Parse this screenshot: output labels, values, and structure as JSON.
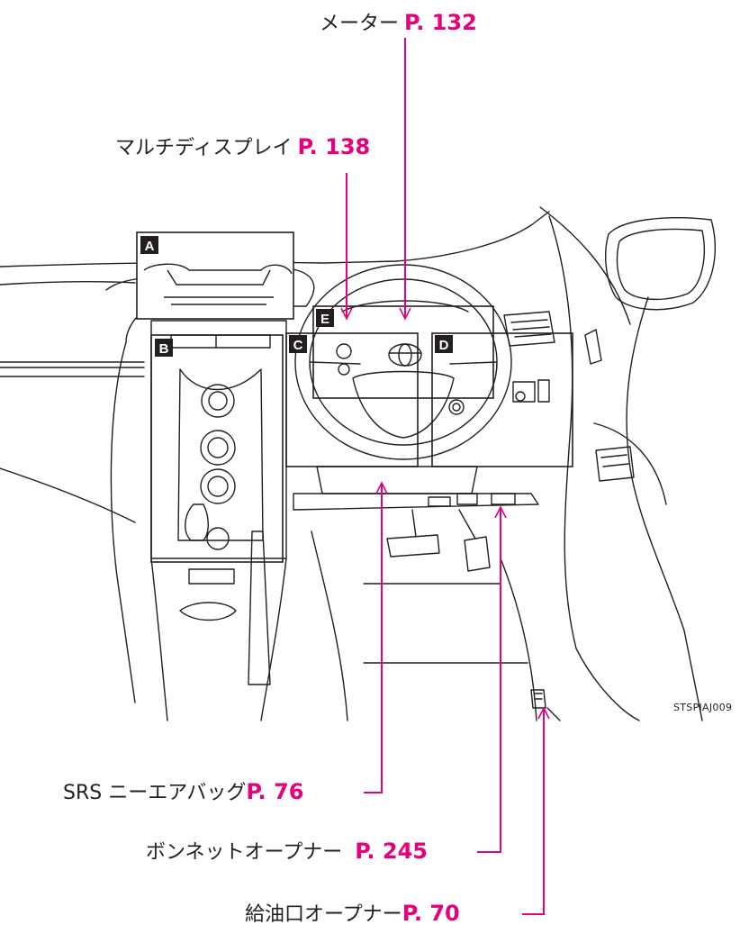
{
  "callouts": {
    "meter": {
      "label": "メーター",
      "page": "P. 132"
    },
    "multi_display": {
      "label": "マルチディスプレイ",
      "page": "P. 138"
    },
    "srs_knee_airbag": {
      "label": "SRS ニーエアバッグ",
      "page": "P. 76"
    },
    "hood_opener": {
      "label": "ボンネットオープナー",
      "page": "P. 245"
    },
    "fuel_door_opener": {
      "label": "給油口オープナー",
      "page": "P. 70"
    }
  },
  "regions": {
    "a": "A",
    "b": "B",
    "c": "C",
    "d": "D",
    "e": "E"
  },
  "figure_code": "STSPIAJ009",
  "colors": {
    "leader": "#e5007e",
    "line_art": "#231f20",
    "badge_bg": "#231f20"
  }
}
